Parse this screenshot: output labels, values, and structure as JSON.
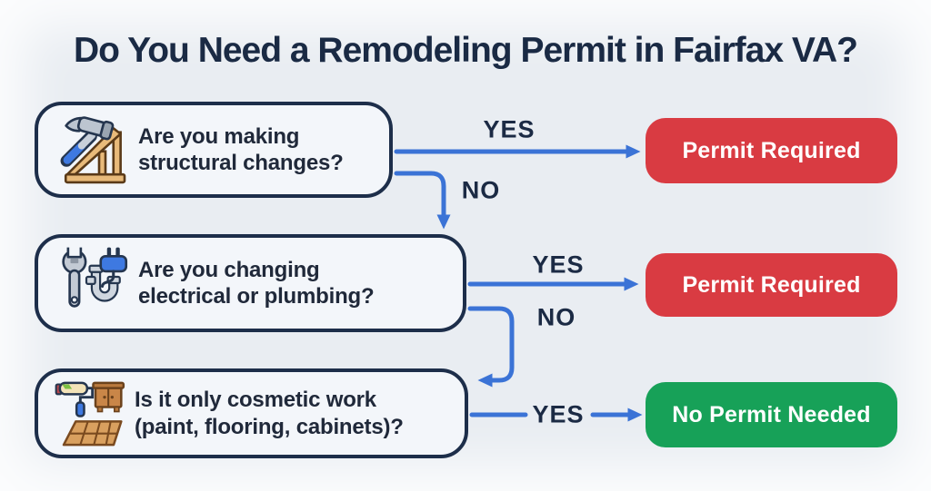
{
  "title": "Do You Need a Remodeling Permit in Fairfax VA?",
  "flow": {
    "questions": [
      {
        "icon": "hammer-framing-icon",
        "lines": [
          "Are you making",
          "structural changes?"
        ]
      },
      {
        "icon": "wrench-pipe-plug-icon",
        "lines": [
          "Are you changing",
          "electrical or plumbing?"
        ]
      },
      {
        "icon": "paint-roller-cabinet-floor-icon",
        "lines": [
          "Is it only cosmetic work",
          "(paint, flooring, cabinets)?"
        ]
      }
    ],
    "outcomes": [
      {
        "label": "Permit Required",
        "type": "negative"
      },
      {
        "label": "Permit Required",
        "type": "negative"
      },
      {
        "label": "No Permit Needed",
        "type": "positive"
      }
    ],
    "edge_labels": {
      "q1_yes": "YES",
      "q1_no": "NO",
      "q2_yes": "YES",
      "q2_no": "NO",
      "q3_yes": "YES"
    }
  },
  "colors": {
    "background": "#e9edf2",
    "box_fill": "#f3f6fa",
    "box_border": "#1d2e4a",
    "arrow_blue": "#3b73d6",
    "title_text": "#1a2a44",
    "label_text": "#1b2a44",
    "question_text": "#20293a",
    "outcome_red": "#d93b42",
    "outcome_green": "#17a158",
    "outcome_text": "#ffffff"
  }
}
